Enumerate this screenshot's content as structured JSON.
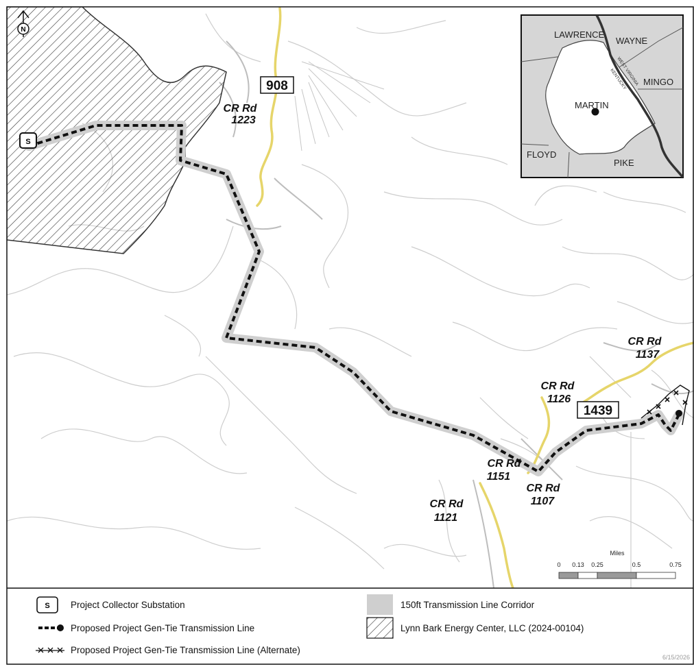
{
  "north_arrow": {
    "label": "N",
    "icon": "north-arrow-icon"
  },
  "routes": {
    "shields": [
      {
        "id": "908",
        "label": "908"
      },
      {
        "id": "1439",
        "label": "1439"
      }
    ],
    "road_labels": [
      {
        "id": "cr1223",
        "line1": "CR Rd",
        "line2": "1223"
      },
      {
        "id": "cr1137",
        "line1": "CR Rd",
        "line2": "1137"
      },
      {
        "id": "cr1126",
        "line1": "CR Rd",
        "line2": "1126"
      },
      {
        "id": "cr1151",
        "line1": "CR Rd",
        "line2": "1151"
      },
      {
        "id": "cr1107",
        "line1": "CR Rd",
        "line2": "1107"
      },
      {
        "id": "cr1121",
        "line1": "CR Rd",
        "line2": "1121"
      }
    ]
  },
  "substation_marker": "S",
  "inset": {
    "labels": {
      "lawrence": "LAWRENCE",
      "wayne": "WAYNE",
      "mingo": "MINGO",
      "martin": "MARTIN",
      "floyd": "FLOYD",
      "pike": "PIKE",
      "west_virginia": "WEST VIRGINIA",
      "kentucky": "KENTUCKY"
    }
  },
  "scale_bar": {
    "unit": "Miles",
    "ticks": [
      "0",
      "0.13",
      "0.25",
      "0.5",
      "0.75"
    ]
  },
  "legend": {
    "items": [
      {
        "symbol": "S",
        "label": "Project Collector Substation",
        "icon": "substation-icon"
      },
      {
        "label": "Proposed Project Gen-Tie Transmission Line",
        "icon": "dashed-line-icon"
      },
      {
        "label": "Proposed Project Gen-Tie Transmission Line (Alternate)",
        "icon": "x-line-icon"
      },
      {
        "label": "150ft Transmission Line Corridor",
        "icon": "gray-swatch-icon"
      },
      {
        "label": "Lynn Bark Energy Center, LLC (2024-00104)",
        "icon": "hatch-swatch-icon"
      }
    ]
  },
  "date_stamp": "6/15/2026",
  "colors": {
    "corridor": "#cfcfcf",
    "highway": "#e6d56a",
    "roads": "#cccccc",
    "inset_fill": "#d6d6d6",
    "hatch": "#444444"
  }
}
